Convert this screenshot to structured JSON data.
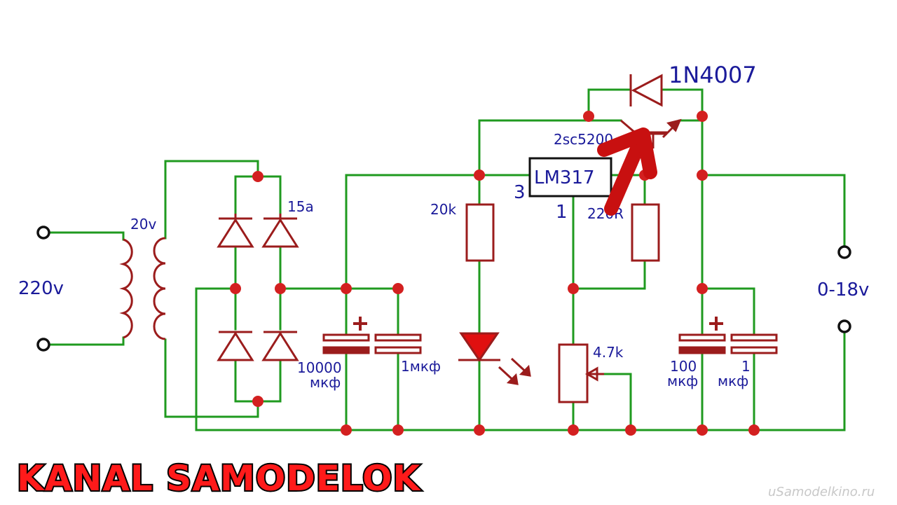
{
  "diagram": {
    "input_voltage": "220v",
    "secondary_voltage": "20v",
    "bridge_rating": "15a",
    "c1_value": "10000",
    "c1_unit": "мкф",
    "c2_label": "1мкф",
    "r1_label": "20k",
    "regulator_label": "LM317",
    "regulator_pin_in": "3",
    "regulator_pin_adj": "1",
    "transistor_label": "2sc5200",
    "diode_label": "1N4007",
    "r2_label": "220R",
    "pot_label": "4.7k",
    "c3_value": "100",
    "c3_unit": "мкф",
    "c4_value": "1",
    "c4_unit": "мкф",
    "output_voltage": "0-18v",
    "plus_sign": "+"
  },
  "branding": {
    "channel": "KANAL SAMODELOK",
    "watermark": "uSamodelkino.ru"
  },
  "colors": {
    "wire": "#1f9a1f",
    "component": "#9b1c1c",
    "node": "#d32020",
    "label": "#1a1a9a",
    "arrow": "#c81010",
    "brand": "#ff1a1a"
  }
}
